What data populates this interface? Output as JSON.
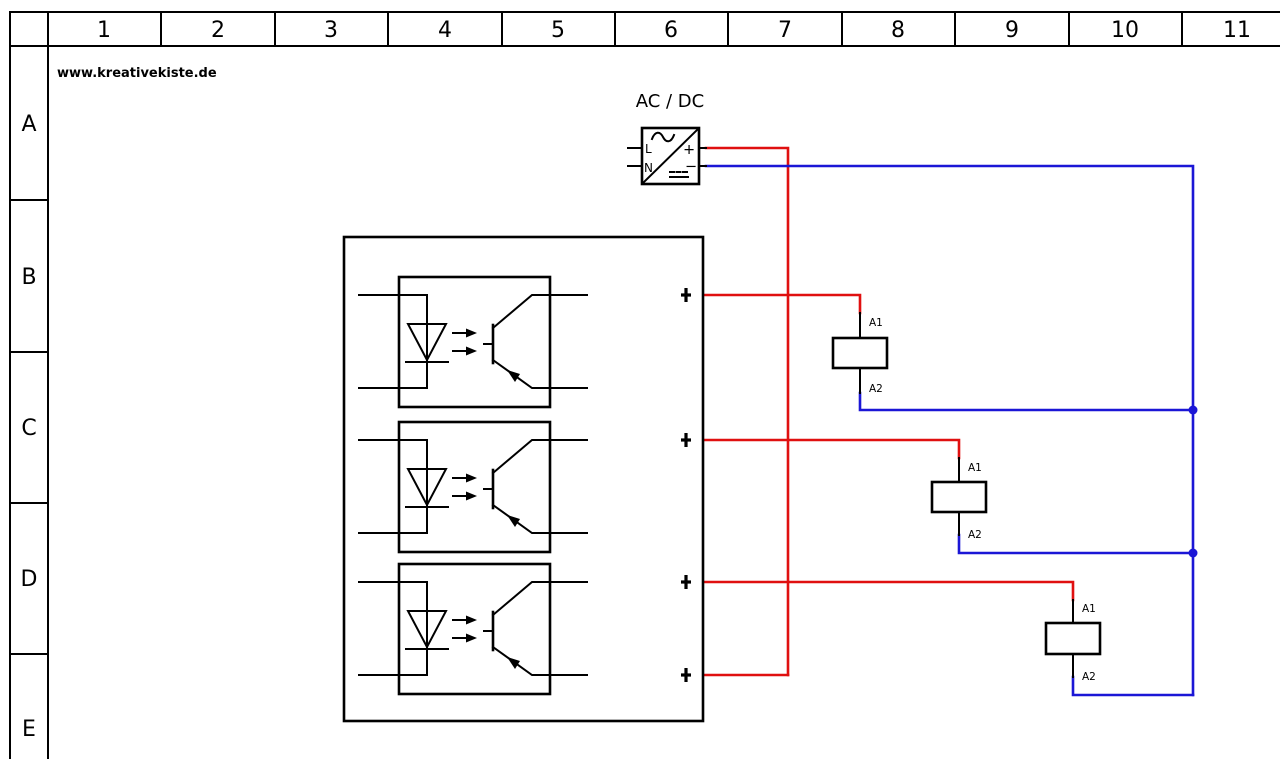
{
  "site": {
    "label": "www.kreativekiste.de"
  },
  "grid": {
    "columns": [
      "1",
      "2",
      "3",
      "4",
      "5",
      "6",
      "7",
      "8",
      "9",
      "10",
      "11"
    ],
    "rows": [
      "A",
      "B",
      "C",
      "D",
      "E"
    ]
  },
  "power_supply": {
    "title": "AC / DC",
    "terminal_l": "L",
    "terminal_n": "N",
    "terminal_plus": "+",
    "terminal_minus": "−"
  },
  "relays": [
    {
      "terminal_top": "A1",
      "terminal_bottom": "A2"
    },
    {
      "terminal_top": "A1",
      "terminal_bottom": "A2"
    },
    {
      "terminal_top": "A1",
      "terminal_bottom": "A2"
    }
  ],
  "colors": {
    "positive_wire": "#e01010",
    "negative_wire": "#1b16d6",
    "line": "#000000",
    "text": "#000000",
    "background": "#ffffff"
  }
}
